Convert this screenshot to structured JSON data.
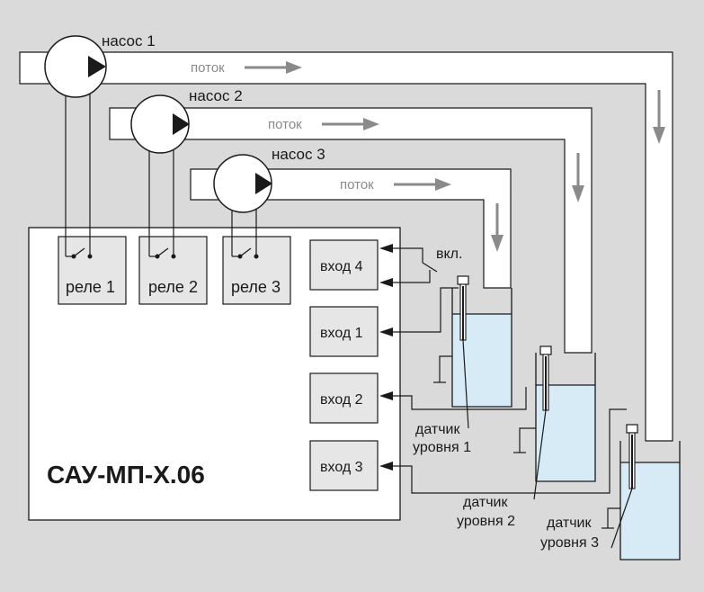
{
  "device": {
    "title": "САУ-МП-Х.06"
  },
  "pumps": [
    {
      "label": "насос 1",
      "flow": "поток"
    },
    {
      "label": "насос 2",
      "flow": "поток"
    },
    {
      "label": "насос 3",
      "flow": "поток"
    }
  ],
  "relays": [
    "реле 1",
    "реле 2",
    "реле 3"
  ],
  "inputs": {
    "in4": "вход 4",
    "in1": "вход 1",
    "in2": "вход 2",
    "in3": "вход 3"
  },
  "switch_label": "вкл.",
  "sensors": [
    {
      "line1": "датчик",
      "line2": "уровня 1"
    },
    {
      "line1": "датчик",
      "line2": "уровня 2"
    },
    {
      "line1": "датчик",
      "line2": "уровня 3"
    }
  ],
  "colors": {
    "background": "#dadada",
    "pipe": "#ffffff",
    "water": "#d6ebf5",
    "box": "#e6e6e6",
    "line": "#1a1a1a",
    "flow_arrow": "#8a8a8a"
  }
}
